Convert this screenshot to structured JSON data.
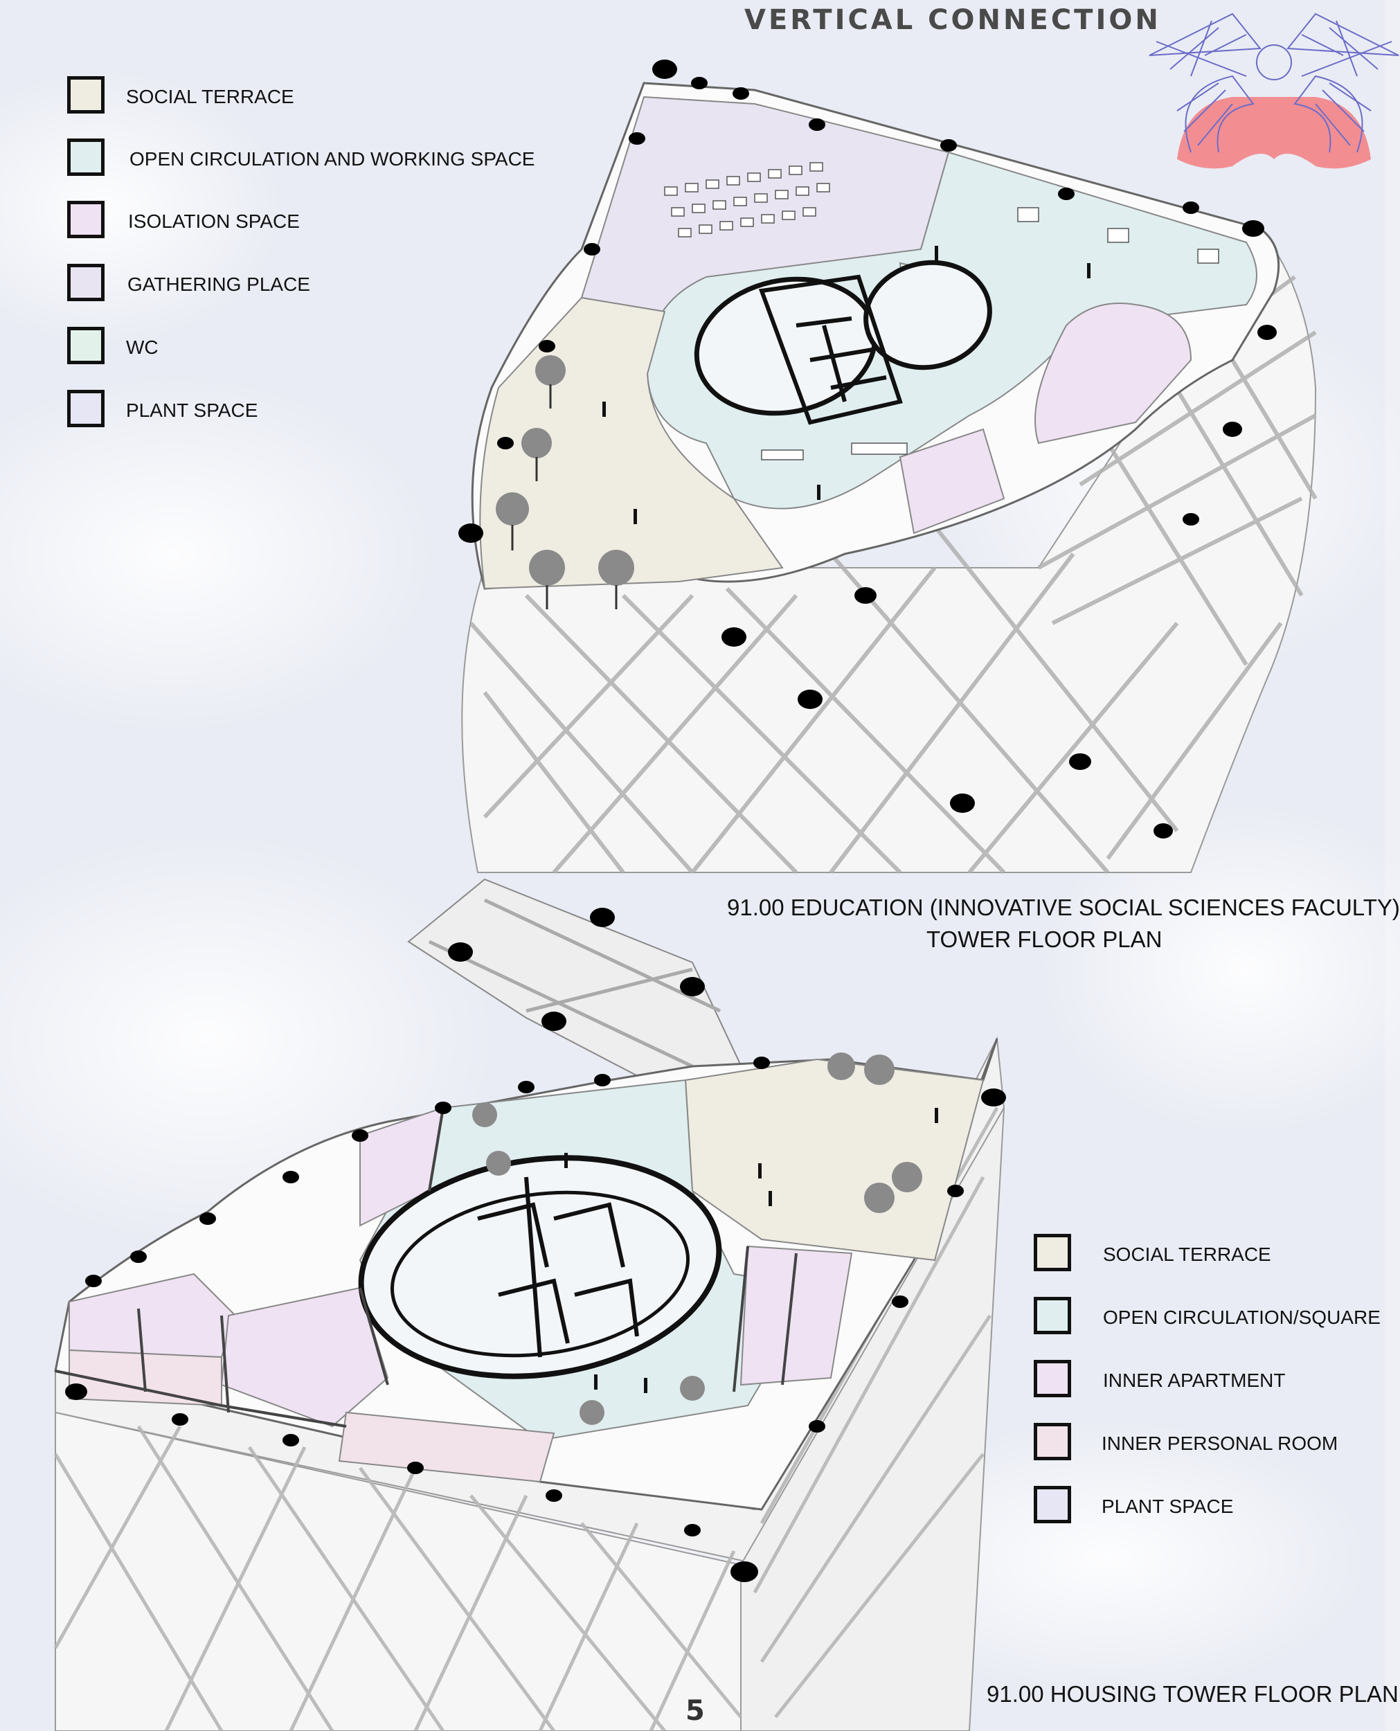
{
  "page": {
    "title": "VERTICAL CONNECTION",
    "page_number": "5"
  },
  "education_plan": {
    "caption_line1": "91.00 EDUCATION (INNOVATIVE SOCIAL SCIENCES FACULTY)",
    "caption_line2": "TOWER  FLOOR PLAN",
    "legend": [
      {
        "label": "SOCIAL TERRACE",
        "color": "#efece2"
      },
      {
        "label": "OPEN CIRCULATION AND WORKING SPACE",
        "color": "#e0eef0"
      },
      {
        "label": "ISOLATION SPACE",
        "color": "#efe2f2"
      },
      {
        "label": "GATHERING PLACE",
        "color": "#e8e4f2"
      },
      {
        "label": "WC",
        "color": "#e2f2ea"
      },
      {
        "label": "PLANT SPACE",
        "color": "#e6e6f4"
      }
    ]
  },
  "housing_plan": {
    "caption": "91.00 HOUSING TOWER FLOOR PLAN",
    "legend": [
      {
        "label": "SOCIAL TERRACE",
        "color": "#efece2"
      },
      {
        "label": "OPEN CIRCULATION/SQUARE",
        "color": "#e0eef0"
      },
      {
        "label": "INNER APARTMENT",
        "color": "#efe2f2"
      },
      {
        "label": "INNER PERSONAL ROOM",
        "color": "#f2e2ea"
      },
      {
        "label": "PLANT SPACE",
        "color": "#e6e6f4"
      }
    ]
  },
  "colors": {
    "sky": "#eef0f6",
    "structure": "#f6f6f6",
    "structure_line": "#9a9a9a",
    "wall": "#111111",
    "diagrid_node": "#000000",
    "globe_mesh": "#6c6cc8",
    "globe_base": "#f28e92"
  },
  "icons": [
    "globe-structure-icon",
    "tree-icon",
    "person-icon",
    "diagrid-node-icon"
  ]
}
